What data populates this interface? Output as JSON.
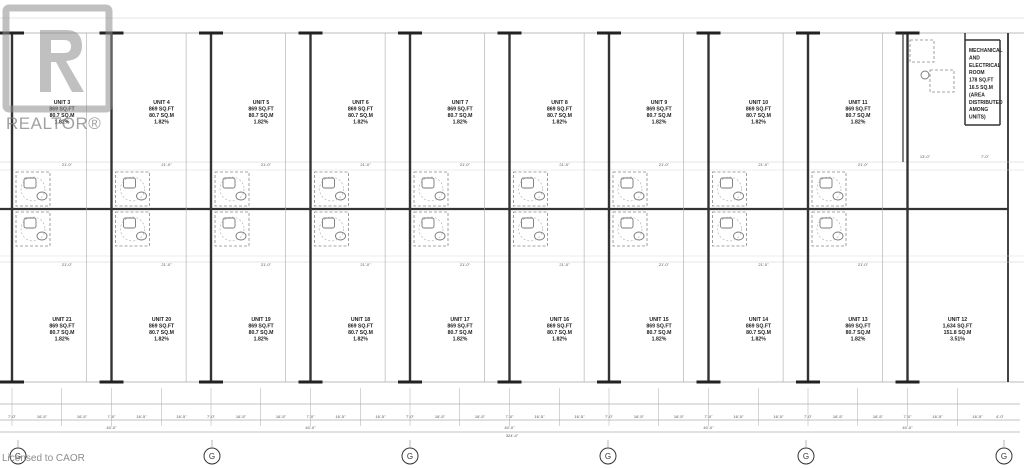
{
  "logo": {
    "wordmark": "REALTOR®"
  },
  "watermark": {
    "text": "Licensed to CAOR"
  },
  "units_top": [
    {
      "unit": "UNIT 3",
      "sqft": "869 SQ.FT",
      "sqm": "80.7 SQ.M",
      "pct": "1.82%"
    },
    {
      "unit": "UNIT 4",
      "sqft": "869 SQ.FT",
      "sqm": "80.7 SQ.M",
      "pct": "1.82%"
    },
    {
      "unit": "UNIT 5",
      "sqft": "869 SQ.FT",
      "sqm": "80.7 SQ.M",
      "pct": "1.82%"
    },
    {
      "unit": "UNIT 6",
      "sqft": "869 SQ.FT",
      "sqm": "80.7 SQ.M",
      "pct": "1.82%"
    },
    {
      "unit": "UNIT 7",
      "sqft": "869 SQ.FT",
      "sqm": "80.7 SQ.M",
      "pct": "1.82%"
    },
    {
      "unit": "UNIT 8",
      "sqft": "869 SQ.FT",
      "sqm": "80.7 SQ.M",
      "pct": "1.82%"
    },
    {
      "unit": "UNIT 9",
      "sqft": "869 SQ.FT",
      "sqm": "80.7 SQ.M",
      "pct": "1.82%"
    },
    {
      "unit": "UNIT 10",
      "sqft": "869 SQ.FT",
      "sqm": "80.7 SQ.M",
      "pct": "1.82%"
    },
    {
      "unit": "UNIT 11",
      "sqft": "869 SQ.FT",
      "sqm": "80.7 SQ.M",
      "pct": "1.82%"
    }
  ],
  "units_bottom": [
    {
      "unit": "UNIT 21",
      "sqft": "869 SQ.FT",
      "sqm": "80.7 SQ.M",
      "pct": "1.82%"
    },
    {
      "unit": "UNIT 20",
      "sqft": "869 SQ.FT",
      "sqm": "80.7 SQ.M",
      "pct": "1.82%"
    },
    {
      "unit": "UNIT 19",
      "sqft": "869 SQ.FT",
      "sqm": "80.7 SQ.M",
      "pct": "1.82%"
    },
    {
      "unit": "UNIT 18",
      "sqft": "869 SQ.FT",
      "sqm": "80.7 SQ.M",
      "pct": "1.82%"
    },
    {
      "unit": "UNIT 17",
      "sqft": "869 SQ.FT",
      "sqm": "80.7 SQ.M",
      "pct": "1.82%"
    },
    {
      "unit": "UNIT 16",
      "sqft": "869 SQ.FT",
      "sqm": "80.7 SQ.M",
      "pct": "1.82%"
    },
    {
      "unit": "UNIT 15",
      "sqft": "869 SQ.FT",
      "sqm": "80.7 SQ.M",
      "pct": "1.82%"
    },
    {
      "unit": "UNIT 14",
      "sqft": "869 SQ.FT",
      "sqm": "80.7 SQ.M",
      "pct": "1.82%"
    },
    {
      "unit": "UNIT 13",
      "sqft": "869 SQ.FT",
      "sqm": "80.7 SQ.M",
      "pct": "1.82%"
    },
    {
      "unit": "UNIT 12",
      "sqft": "1,634 SQ.FT",
      "sqm": "151.8 SQ.M",
      "pct": "3.51%"
    }
  ],
  "mechanical_room": [
    "MECHANICAL",
    "AND",
    "ELECTRICAL",
    "ROOM",
    "178 SQ.FT",
    "16.5 SQ.M",
    "(AREA",
    "DISTRIBUTED",
    "AMONG",
    "UNITS)"
  ],
  "dims": {
    "bay_top": "21'-0\"",
    "bay_small": "7'-0\"",
    "bay_a": "16'-5\"",
    "bay_b": "7'-1 1/2\"",
    "pair": "40'-0\"",
    "overall": "324'-4\"",
    "mech": "13'-0\"",
    "end": "4'-0\""
  },
  "grid_marker": "G"
}
